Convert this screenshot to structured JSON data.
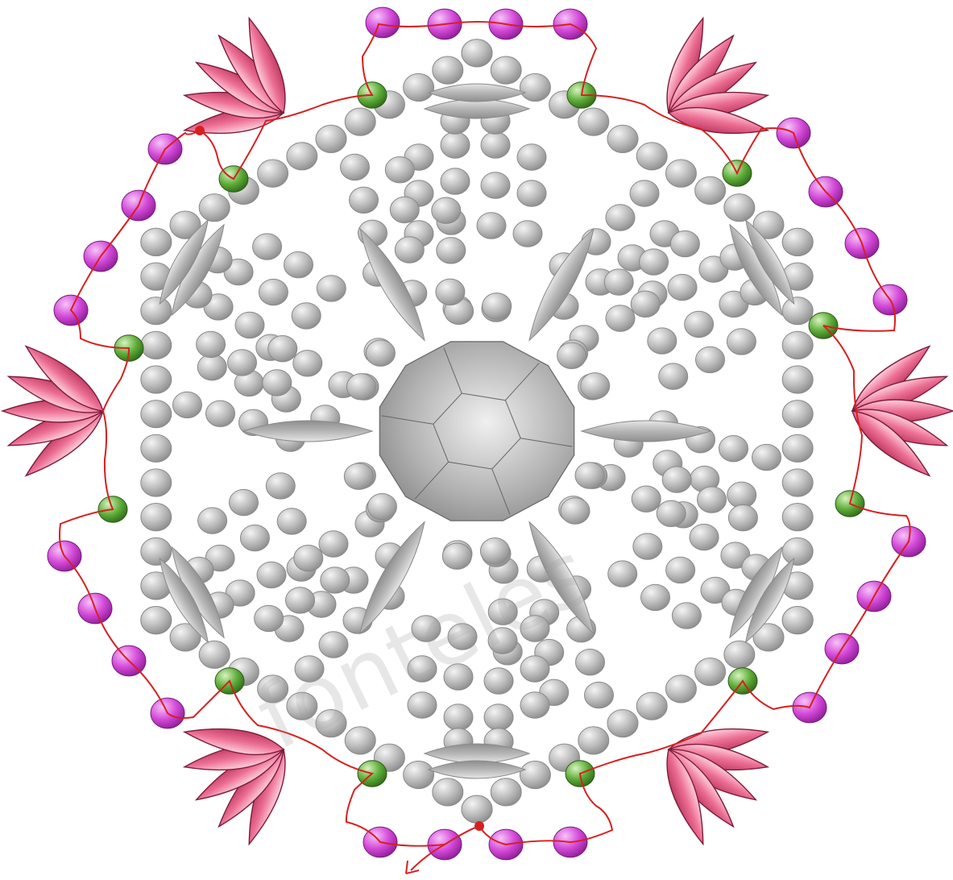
{
  "watermark": "fonteles",
  "colors": {
    "background": "#ffffff",
    "seed_bead": "#b5b5b5",
    "seed_bead_outline": "#8a8a8a",
    "accent_bead_purple": "#d44ad9",
    "accent_bead_green": "#5fae3a",
    "petal_pink": "#ec6f94",
    "petal_outline": "#7a1d3a",
    "thread": "#d81f1f",
    "center_stone": "#a8a8a8"
  },
  "components": {
    "center_stone": "faceted-rivoli",
    "spokes": "long-gray-drops",
    "petals": "pink-dagger-beads",
    "thread_path": "red-thread-path",
    "start_marker": "red-dot",
    "end_marker": "arrow"
  }
}
